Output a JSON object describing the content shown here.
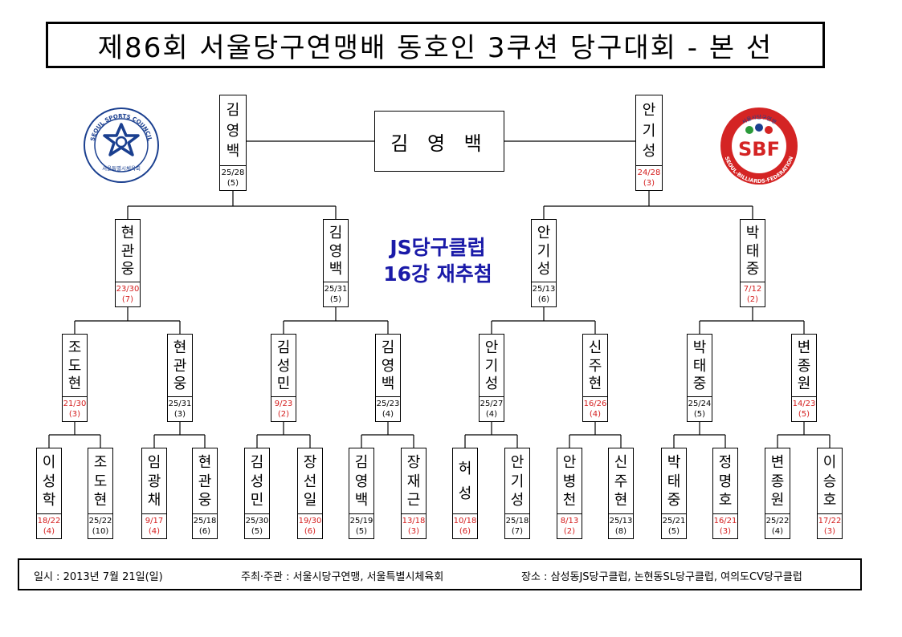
{
  "title": "제86회 서울당구연맹배 동호인 3쿠션 당구대회 - 본 선",
  "champion": "김 영 백",
  "note": [
    "JS당구클럽",
    "16강 재추첨"
  ],
  "footer": {
    "date": "일시 : 2013년 7월 21일(일)",
    "host": "주최·주관 : 서울시당구연맹, 서울특별시체육회",
    "venue": "장소 : 삼성동JS당구클럽, 논현동SL당구클럽, 여의도CV당구클럽"
  },
  "logos": {
    "left": {
      "text_top": "SEOUL SPORTS COUNCIL",
      "text_bottom": "서울특별시체육회",
      "color": "#1a3f8f"
    },
    "right": {
      "text_top": "서울시당구연맹",
      "letters": "SBF",
      "text_bottom": "SEOUL-BILLIARDS-FEDERATION",
      "color": "#d42424",
      "ring_color": "#1a3f8f"
    }
  },
  "colors": {
    "loss": "#d41c1c",
    "note": "#1a1aa8"
  },
  "players": {
    "r16": [
      {
        "name": "이성학",
        "score": "18/22",
        "inn": "(4)",
        "red": true
      },
      {
        "name": "조도현",
        "score": "25/22",
        "inn": "(10)",
        "red": false
      },
      {
        "name": "임광채",
        "score": "9/17",
        "inn": "(4)",
        "red": true
      },
      {
        "name": "현관웅",
        "score": "25/18",
        "inn": "(6)",
        "red": false
      },
      {
        "name": "김성민",
        "score": "25/30",
        "inn": "(5)",
        "red": false
      },
      {
        "name": "장선일",
        "score": "19/30",
        "inn": "(6)",
        "red": true
      },
      {
        "name": "김영백",
        "score": "25/19",
        "inn": "(5)",
        "red": false
      },
      {
        "name": "장재근",
        "score": "13/18",
        "inn": "(3)",
        "red": true
      },
      {
        "name": "허성",
        "score": "10/18",
        "inn": "(6)",
        "red": true
      },
      {
        "name": "안기성",
        "score": "25/18",
        "inn": "(7)",
        "red": false
      },
      {
        "name": "안병천",
        "score": "8/13",
        "inn": "(2)",
        "red": true
      },
      {
        "name": "신주현",
        "score": "25/13",
        "inn": "(8)",
        "red": false
      },
      {
        "name": "박태중",
        "score": "25/21",
        "inn": "(5)",
        "red": false
      },
      {
        "name": "정명호",
        "score": "16/21",
        "inn": "(3)",
        "red": true
      },
      {
        "name": "변종원",
        "score": "25/22",
        "inn": "(4)",
        "red": false
      },
      {
        "name": "이승호",
        "score": "17/22",
        "inn": "(3)",
        "red": true
      }
    ],
    "qf": [
      {
        "name": "조도현",
        "score": "21/30",
        "inn": "(3)",
        "red": true
      },
      {
        "name": "현관웅",
        "score": "25/31",
        "inn": "(3)",
        "red": false
      },
      {
        "name": "김성민",
        "score": "9/23",
        "inn": "(2)",
        "red": true
      },
      {
        "name": "김영백",
        "score": "25/23",
        "inn": "(4)",
        "red": false
      },
      {
        "name": "안기성",
        "score": "25/27",
        "inn": "(4)",
        "red": false
      },
      {
        "name": "신주현",
        "score": "16/26",
        "inn": "(4)",
        "red": true
      },
      {
        "name": "박태중",
        "score": "25/24",
        "inn": "(5)",
        "red": false
      },
      {
        "name": "변종원",
        "score": "14/23",
        "inn": "(5)",
        "red": true
      }
    ],
    "sf": [
      {
        "name": "현관웅",
        "score": "23/30",
        "inn": "(7)",
        "red": true
      },
      {
        "name": "김영백",
        "score": "25/31",
        "inn": "(5)",
        "red": false
      },
      {
        "name": "안기성",
        "score": "25/13",
        "inn": "(6)",
        "red": false
      },
      {
        "name": "박태중",
        "score": "7/12",
        "inn": "(2)",
        "red": true
      }
    ],
    "final": [
      {
        "name": "김영백",
        "score": "25/28",
        "inn": "(5)",
        "red": false
      },
      {
        "name": "안기성",
        "score": "24/28",
        "inn": "(3)",
        "red": true
      }
    ]
  }
}
